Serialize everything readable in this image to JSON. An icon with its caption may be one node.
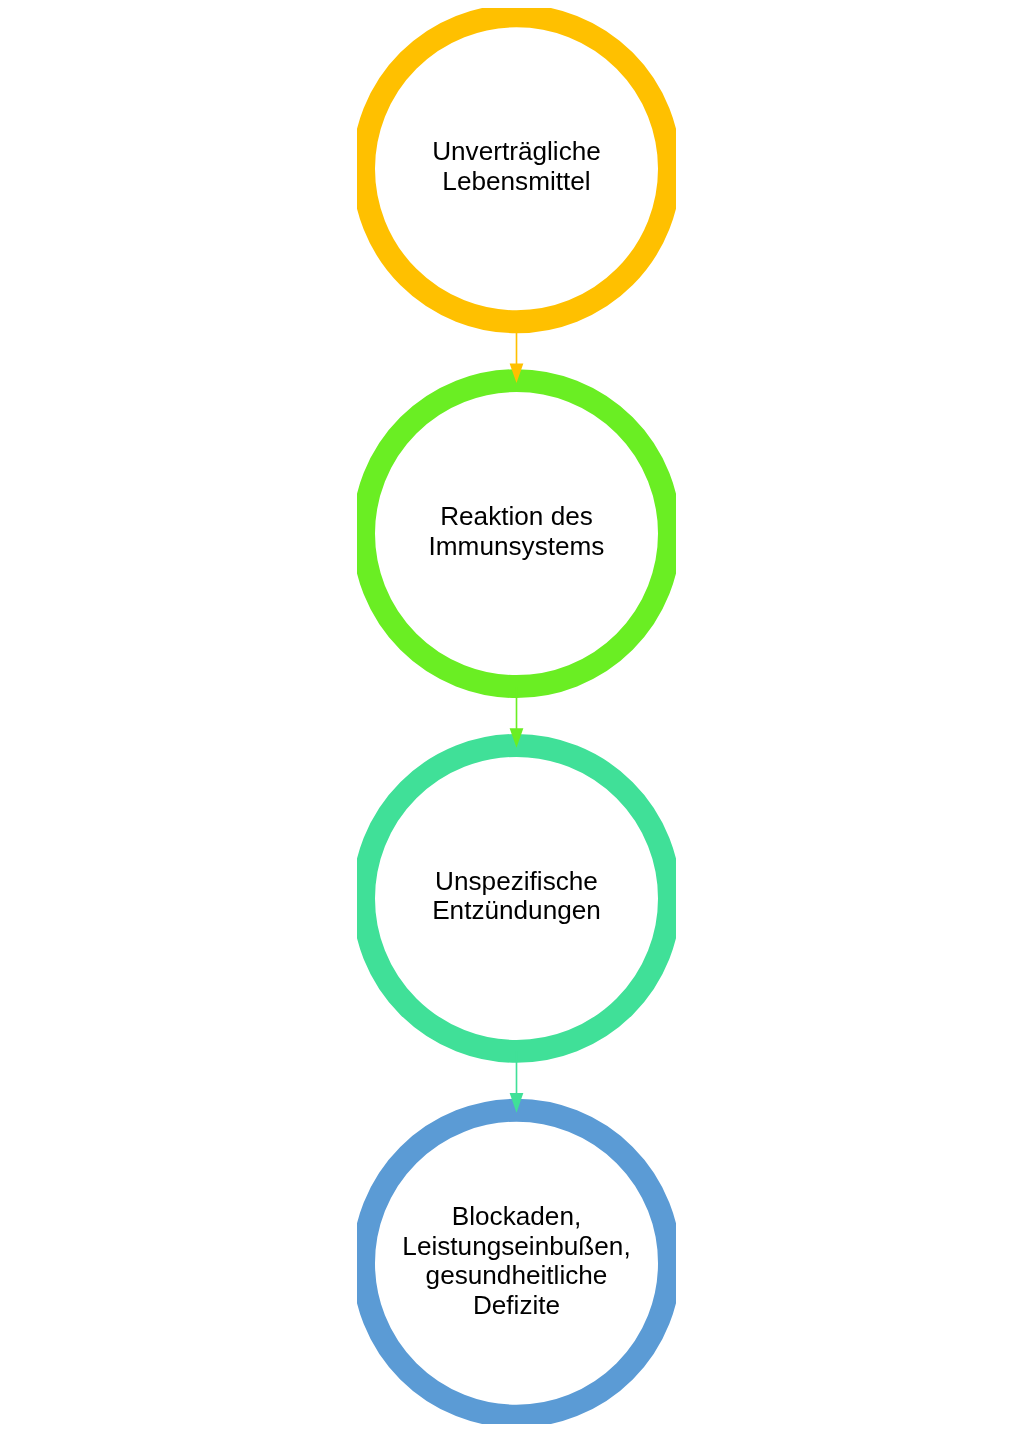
{
  "diagram": {
    "nodes": [
      {
        "text": [
          "Unverträgliche Lebensmittel"
        ]
      },
      {
        "text": [
          "Reaktion des Immunsystems"
        ]
      },
      {
        "text": [
          "Unspezifische Entzündungen"
        ]
      },
      {
        "text": [
          "Blockaden, Leistungseinbußen, gesundheitliche Defizite"
        ]
      }
    ],
    "edges": [
      {
        "from": 0,
        "to": 1,
        "arrow": "to",
        "color": "#ffc000"
      },
      {
        "from": 1,
        "to": 2,
        "arrow": "to",
        "color": "#6aee23"
      },
      {
        "from": 2,
        "to": 3,
        "arrow": "to",
        "color": "#40e098"
      }
    ]
  }
}
